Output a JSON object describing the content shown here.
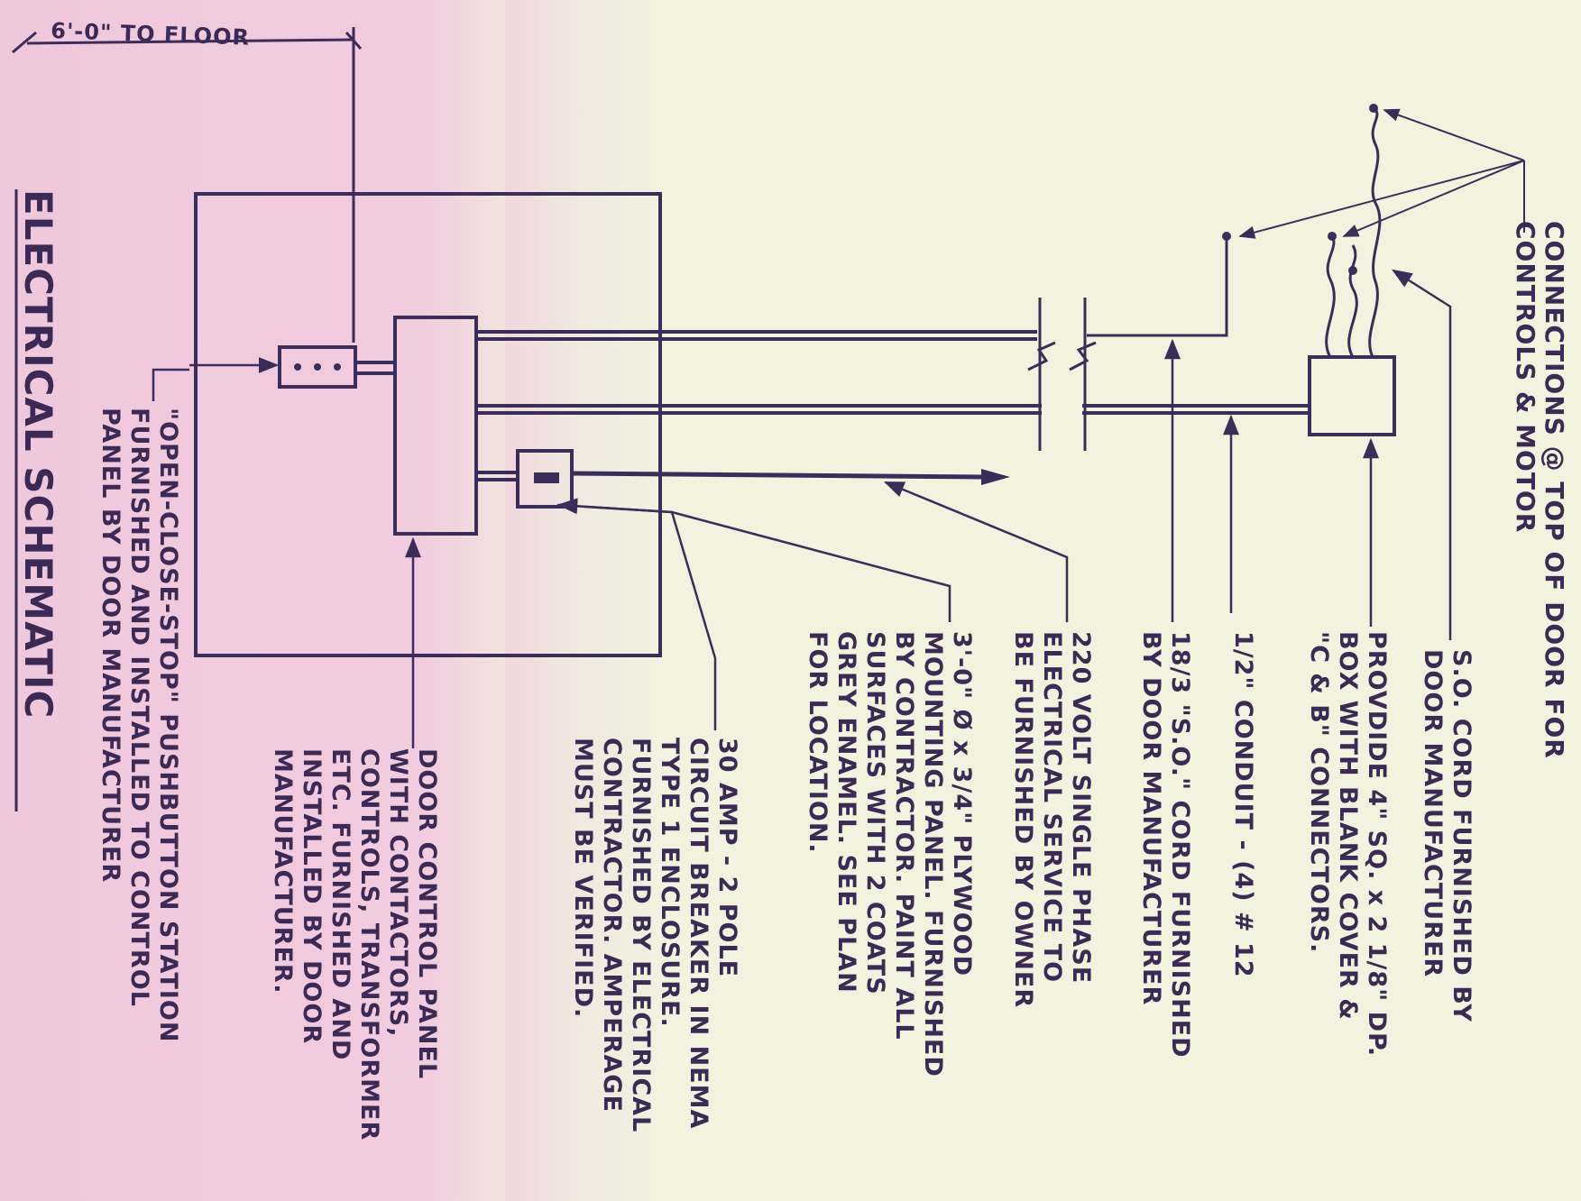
{
  "title": "ELECTRICAL SCHEMATIC",
  "dimension": "6'-0\" TO FLOOR",
  "colors": {
    "ink": "#3b2d5a",
    "paper": "#f1f3df",
    "pink": "#f1cbde"
  },
  "notes": {
    "connections": [
      "CONNECTIONS @ TOP OF DOOR FOR",
      "CONTROLS & MOTOR"
    ],
    "so_cord": [
      "S.O. CORD FURNISHED BY",
      "DOOR MANUFACTURER"
    ],
    "box": [
      "PROVDIDE 4\" SQ. x 2 1/8\" DP.",
      "BOX WITH BLANK COVER &",
      "\"C & B\" CONNECTORS."
    ],
    "conduit": [
      "1/2\" CONDUIT - (4) # 12"
    ],
    "cord183": [
      "18/3 \"S.O.\" CORD FURNISHED",
      "BY DOOR MANUFACTURER"
    ],
    "service": [
      "220 VOLT SINGLE PHASE",
      "ELECTRICAL SERVICE TO",
      "BE FURNISHED BY OWNER"
    ],
    "plywood": [
      "3'-0\" Ø x 3/4\" PLYWOOD",
      "MOUNTING PANEL. FURNISHED",
      "BY CONTRACTOR. PAINT ALL",
      "SURFACES WITH 2 COATS",
      "GREY ENAMEL. SEE PLAN",
      "FOR LOCATION."
    ],
    "breaker": [
      "30 AMP - 2 POLE",
      "CIRCUIT BREAKER IN NEMA",
      "TYPE 1 ENCLOSURE.",
      "FURNISHED BY ELECTRICAL",
      "CONTRACTOR. AMPERAGE",
      "MUST BE VERIFIED."
    ],
    "control_panel": [
      "DOOR CONTROL PANEL",
      "WITH CONTACTORS,",
      "CONTROLS, TRANSFORMER",
      "ETC. FURNISHED AND",
      "INSTALLED BY DOOR",
      "MANUFACTURER."
    ],
    "pushbutton": [
      "\"OPEN-CLOSE-STOP\" PUSHBUTTON STATION",
      "FURNISHED AND INSTALLED TO CONTROL",
      "PANEL BY DOOR MANUFACTURER"
    ]
  }
}
